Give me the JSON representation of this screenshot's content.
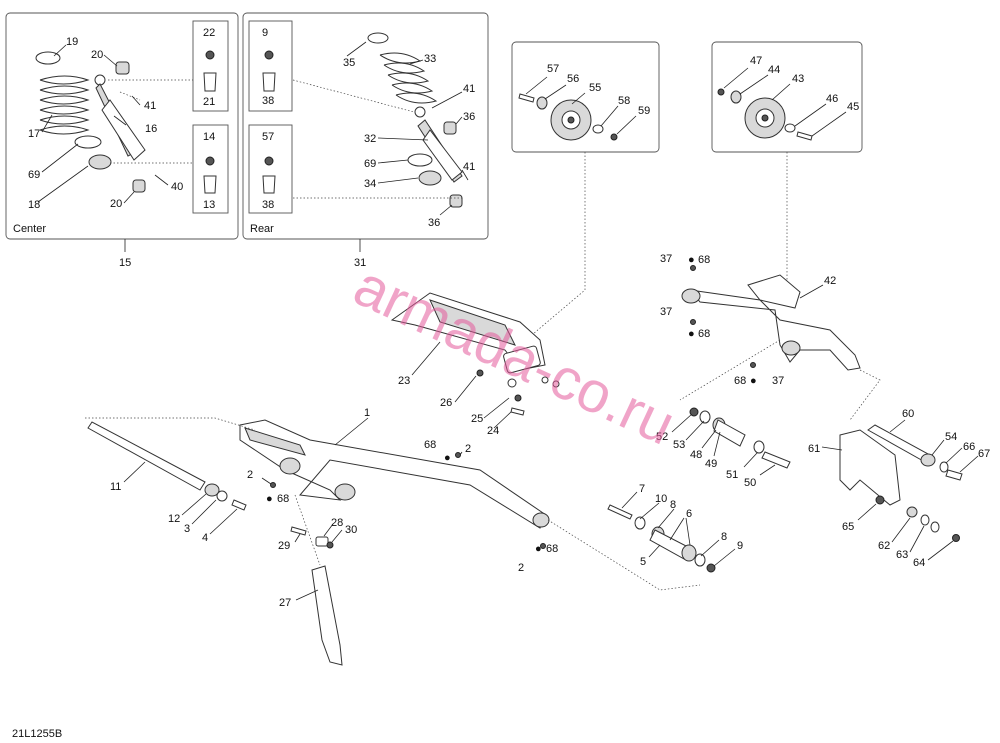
{
  "diagram_code": "21L1255B",
  "watermark": "armada-co.ru",
  "inset_center_label": "Center",
  "inset_rear_label": "Rear",
  "inset_center_callout": "15",
  "inset_rear_callout": "31",
  "callouts": {
    "c19": "19",
    "c20a": "20",
    "c41a": "41",
    "c16": "16",
    "c17": "17",
    "c69a": "69",
    "c18": "18",
    "c40": "40",
    "c20b": "20",
    "c22": "22",
    "c21": "21",
    "c14": "14",
    "c13": "13",
    "c9a": "9",
    "c38a": "38",
    "c57a": "57",
    "c69b": "69",
    "c38b": "38",
    "c35": "35",
    "c33": "33",
    "c41b": "41",
    "c36a": "36",
    "c32": "32",
    "c34": "34",
    "c41c": "41",
    "c36b": "36",
    "c57b": "57",
    "c56": "56",
    "c55": "55",
    "c58": "58",
    "c59": "59",
    "c47": "47",
    "c44": "44",
    "c43": "43",
    "c46": "46",
    "c45": "45",
    "c37a": "37",
    "c68a": "68",
    "c42": "42",
    "c37b": "37",
    "c68b": "68",
    "c68c": "68",
    "c37c": "37",
    "c23": "23",
    "c26": "26",
    "c25": "25",
    "c24": "24",
    "c1": "1",
    "c68d": "68",
    "c2a": "2",
    "c11": "11",
    "c2b": "2",
    "c68e": "68",
    "c12": "12",
    "c3": "3",
    "c4": "4",
    "c28": "28",
    "c30": "30",
    "c29": "29",
    "c27": "27",
    "c2c": "2",
    "c68f": "68",
    "c7": "7",
    "c10": "10",
    "c8a": "8",
    "c6": "6",
    "c8b": "8",
    "c9b": "9",
    "c5": "5",
    "c52": "52",
    "c53": "53",
    "c48": "48",
    "c49": "49",
    "c51": "51",
    "c50": "50",
    "c60": "60",
    "c61": "61",
    "c54": "54",
    "c66": "66",
    "c67": "67",
    "c65": "65",
    "c62": "62",
    "c63": "63",
    "c64": "64"
  }
}
